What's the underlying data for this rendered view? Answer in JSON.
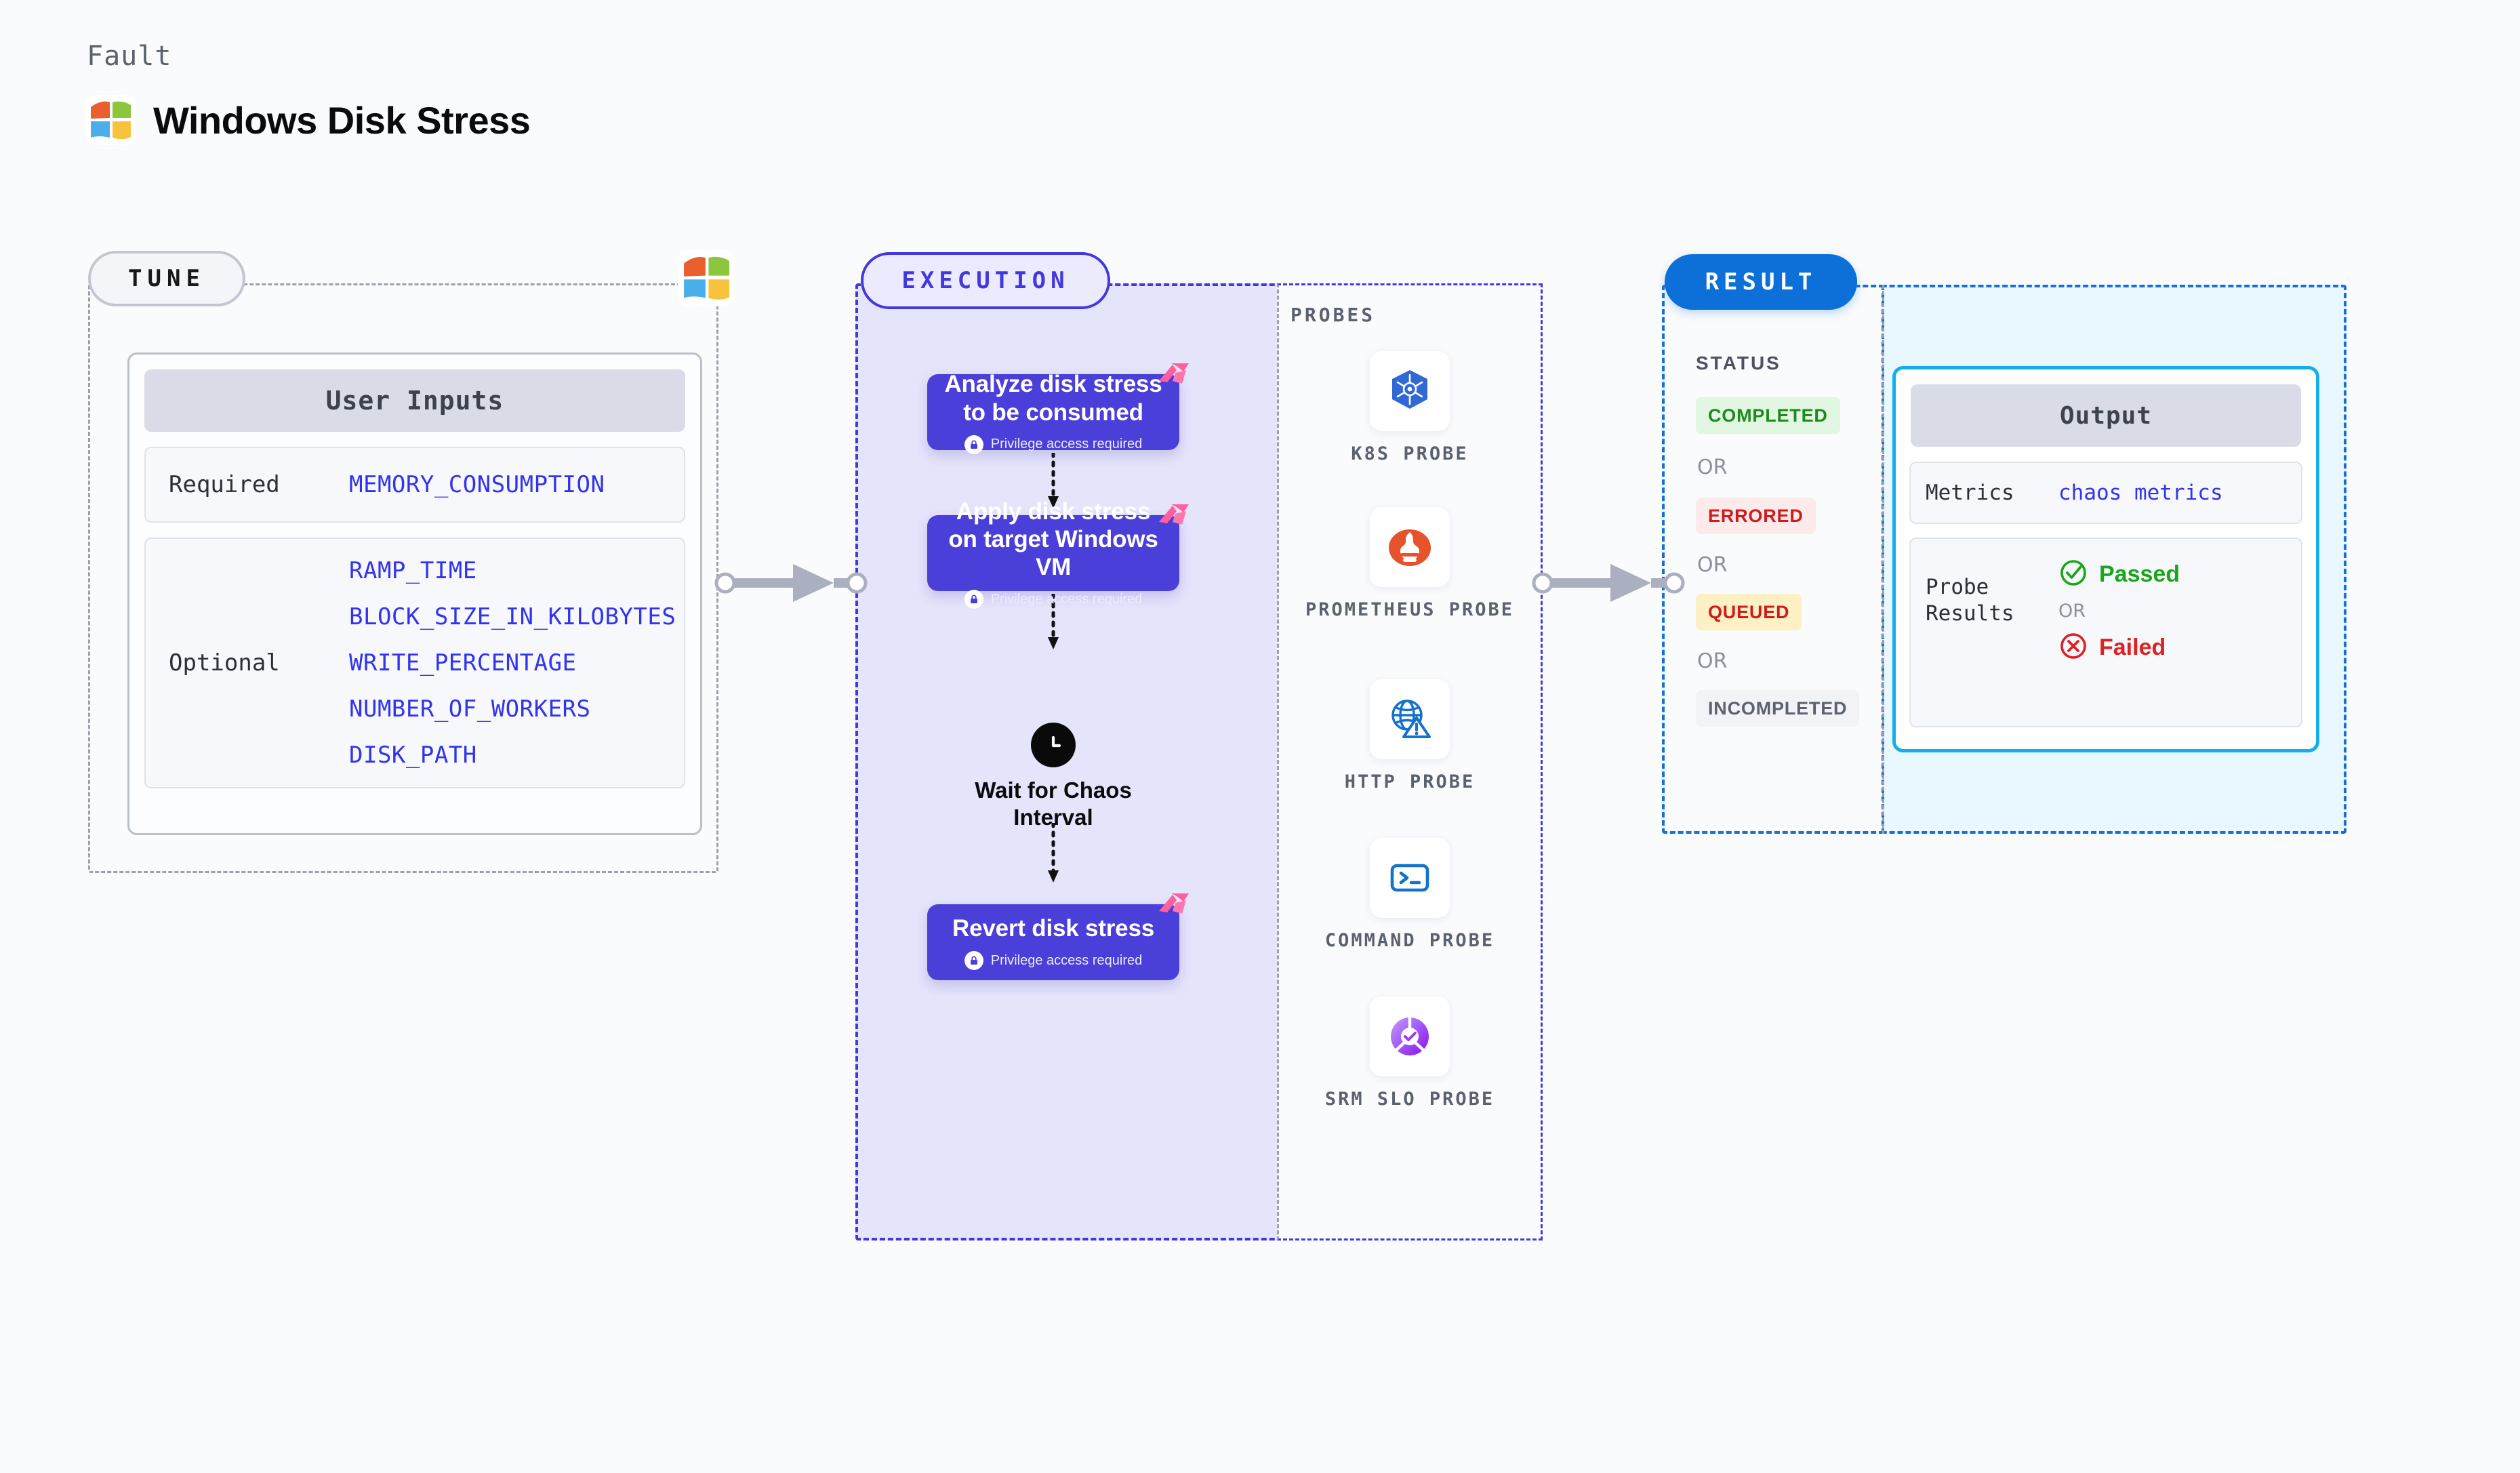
{
  "header": {
    "eyebrow": "Fault",
    "title": "Windows Disk Stress",
    "logo_icon": "windows-logo-icon"
  },
  "colors": {
    "page_bg": "#fafbfc",
    "tune_border": "#9aa0ac",
    "execution_accent": "#4338e0",
    "execution_bg": "#e4e4fb",
    "step_bg": "#4a3fd8",
    "result_accent": "#1571d6",
    "output_bg": "#e8f8fe",
    "output_card_border": "#16aee8",
    "mono_value": "#3333ee",
    "passed": "#1aa61a",
    "failed": "#e02020",
    "ribbon": "#ff5f9e"
  },
  "tune": {
    "badge": "TUNE",
    "card_title": "User Inputs",
    "rows": [
      {
        "label": "Required",
        "values": [
          "MEMORY_CONSUMPTION"
        ]
      },
      {
        "label": "Optional",
        "values": [
          "RAMP_TIME",
          "BLOCK_SIZE_IN_KILOBYTES",
          "WRITE_PERCENTAGE",
          "NUMBER_OF_WORKERS",
          "DISK_PATH"
        ]
      }
    ]
  },
  "execution": {
    "badge": "EXECUTION",
    "privilege_note": "Privilege access required",
    "steps": [
      {
        "title": "Analyze disk stress to be consumed",
        "privileged": true,
        "icon": "chaos-ribbon-icon"
      },
      {
        "title": "Apply disk stress on target Windows VM",
        "privileged": true,
        "icon": "chaos-ribbon-icon"
      },
      {
        "title": "Revert disk stress",
        "privileged": true,
        "icon": "chaos-ribbon-icon"
      }
    ],
    "wait": {
      "label": "Wait for Chaos Interval",
      "icon": "clock-icon"
    }
  },
  "probes": {
    "label": "PROBES",
    "items": [
      {
        "caption": "K8S PROBE",
        "icon": "kubernetes-icon"
      },
      {
        "caption": "PROMETHEUS PROBE",
        "icon": "prometheus-icon"
      },
      {
        "caption": "HTTP PROBE",
        "icon": "http-globe-warning-icon"
      },
      {
        "caption": "COMMAND PROBE",
        "icon": "terminal-icon"
      },
      {
        "caption": "SRM SLO PROBE",
        "icon": "srm-slo-icon"
      }
    ]
  },
  "result": {
    "badge": "RESULT",
    "status_label": "STATUS",
    "or_label": "OR",
    "statuses": [
      {
        "text": "COMPLETED",
        "bg": "#e2f7e1",
        "fg": "#1d8a1d"
      },
      {
        "text": "ERRORED",
        "bg": "#fdeaea",
        "fg": "#cf1b1b"
      },
      {
        "text": "QUEUED",
        "bg": "#fdf0c4",
        "fg": "#cf1b1b"
      },
      {
        "text": "INCOMPLETED",
        "bg": "#f2f3f7",
        "fg": "#5a6270"
      }
    ]
  },
  "output": {
    "card_title": "Output",
    "metrics_label": "Metrics",
    "metrics_value": "chaos metrics",
    "probe_results_label": "Probe Results",
    "or_label": "OR",
    "passed": {
      "text": "Passed",
      "icon": "check-circle-icon"
    },
    "failed": {
      "text": "Failed",
      "icon": "x-circle-icon"
    }
  },
  "connectors": [
    {
      "name": "tune-to-execution"
    },
    {
      "name": "execution-to-result"
    }
  ]
}
